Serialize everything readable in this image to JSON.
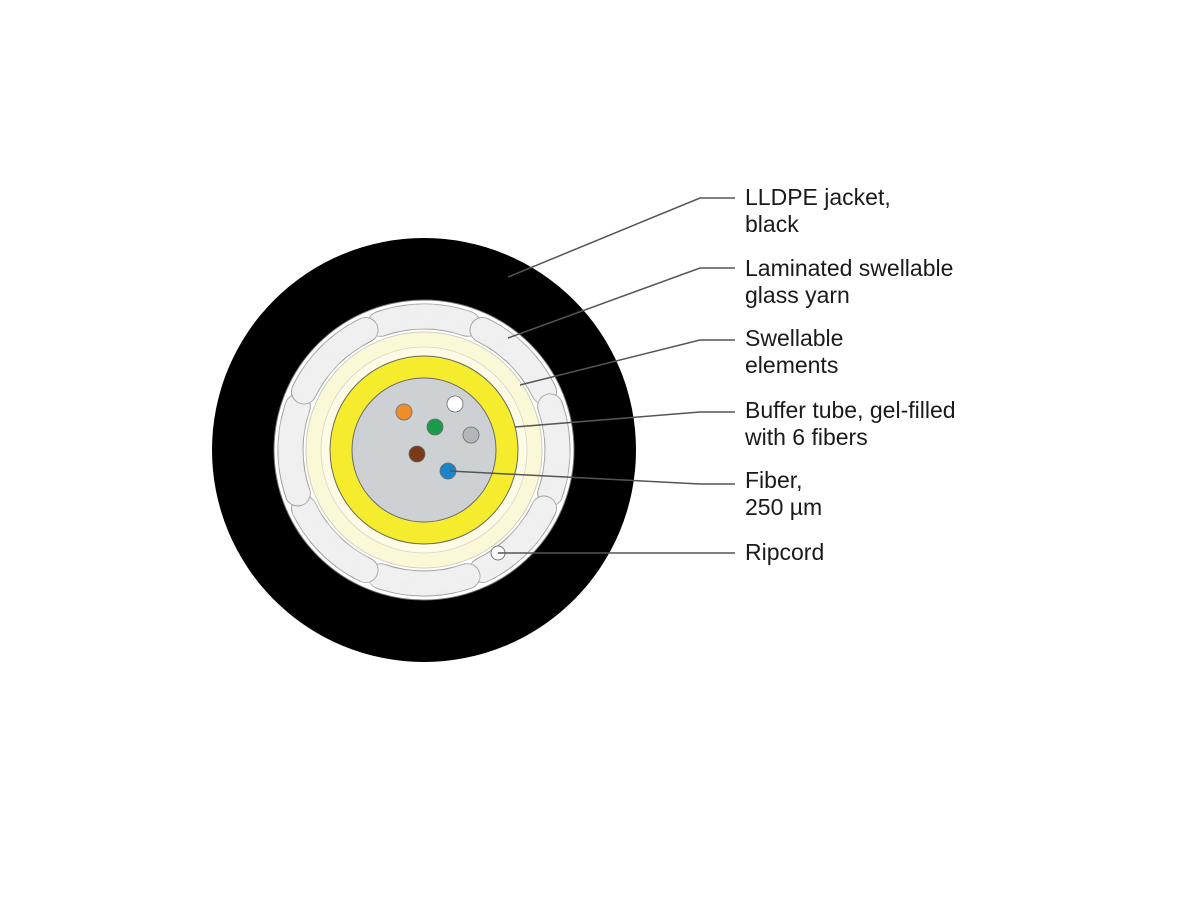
{
  "colors": {
    "jacket": "#000000",
    "tube_yellow": "#f6ec2e",
    "gel": "#cdd1d3",
    "leader": "#555555"
  },
  "labels": [
    {
      "id": "jacket",
      "lines": [
        "LLDPE jacket,",
        "black"
      ]
    },
    {
      "id": "yarn",
      "lines": [
        "Laminated swellable",
        "glass yarn"
      ]
    },
    {
      "id": "swellable",
      "lines": [
        "Swellable",
        "elements"
      ]
    },
    {
      "id": "tube",
      "lines": [
        "Buffer tube, gel-filled",
        "with 6 fibers"
      ]
    },
    {
      "id": "fiber",
      "lines": [
        "Fiber,",
        "250 µm"
      ]
    },
    {
      "id": "ripcord",
      "lines": [
        "Ripcord"
      ]
    }
  ],
  "fibers": [
    {
      "color": "orange",
      "hex": "#f08c2a"
    },
    {
      "color": "white",
      "hex": "#ffffff"
    },
    {
      "color": "green",
      "hex": "#1a9a4a"
    },
    {
      "color": "grey",
      "hex": "#b4b7b9"
    },
    {
      "color": "brown",
      "hex": "#7a3a18"
    },
    {
      "color": "blue",
      "hex": "#1a84c8"
    }
  ]
}
